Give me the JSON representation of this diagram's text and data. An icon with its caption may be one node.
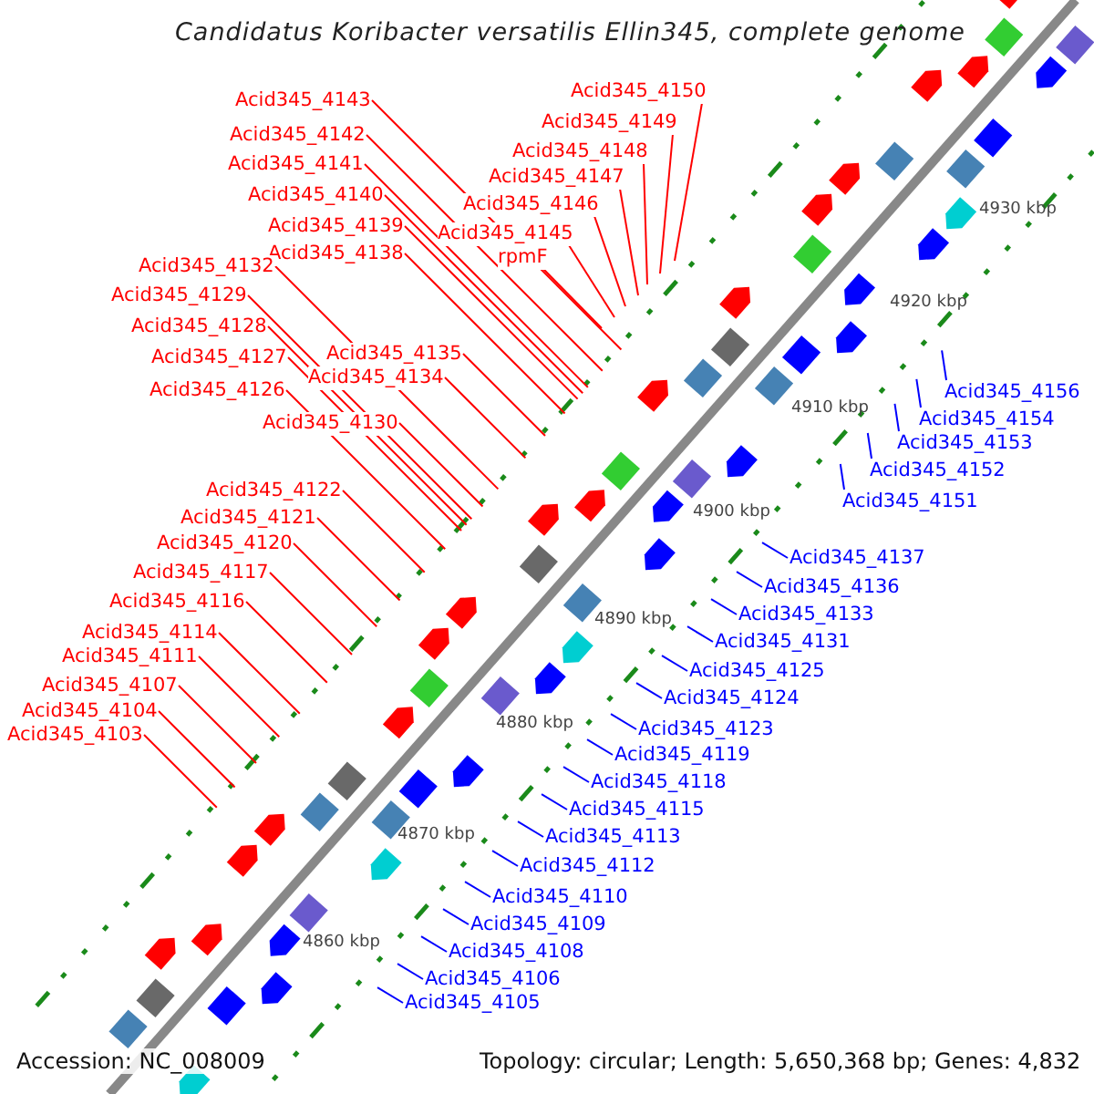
{
  "diagram": {
    "title": "Candidatus Koribacter versatilis Ellin345, complete genome",
    "nodes": [
      {
        "text": [
          "Acid345_4150"
        ]
      },
      {
        "text": [
          "Acid345_4149"
        ]
      },
      {
        "text": [
          "Acid345_4148"
        ]
      },
      {
        "text": [
          "Acid345_4147"
        ]
      },
      {
        "text": [
          "Acid345_4146"
        ]
      },
      {
        "text": [
          "Acid345_4145"
        ]
      },
      {
        "text": [
          "rpmF"
        ]
      },
      {
        "text": [
          "Acid345_4143"
        ]
      },
      {
        "text": [
          "Acid345_4142"
        ]
      },
      {
        "text": [
          "Acid345_4141"
        ]
      },
      {
        "text": [
          "Acid345_4140"
        ]
      },
      {
        "text": [
          "Acid345_4139"
        ]
      },
      {
        "text": [
          "Acid345_4138"
        ]
      },
      {
        "text": [
          "Acid345_4132"
        ]
      },
      {
        "text": [
          "Acid345_4129"
        ]
      },
      {
        "text": [
          "Acid345_4128"
        ]
      },
      {
        "text": [
          "Acid345_4127"
        ]
      },
      {
        "text": [
          "Acid345_4135"
        ]
      },
      {
        "text": [
          "Acid345_4134"
        ]
      },
      {
        "text": [
          "Acid345_4126"
        ]
      },
      {
        "text": [
          "Acid345_4130"
        ]
      },
      {
        "text": [
          "Acid345_4122"
        ]
      },
      {
        "text": [
          "Acid345_4121"
        ]
      },
      {
        "text": [
          "Acid345_4120"
        ]
      },
      {
        "text": [
          "Acid345_4117"
        ]
      },
      {
        "text": [
          "Acid345_4116"
        ]
      },
      {
        "text": [
          "Acid345_4114"
        ]
      },
      {
        "text": [
          "Acid345_4111"
        ]
      },
      {
        "text": [
          "Acid345_4107"
        ]
      },
      {
        "text": [
          "Acid345_4104"
        ]
      },
      {
        "text": [
          "Acid345_4103"
        ]
      },
      {
        "text": [
          "Acid345_4156"
        ]
      },
      {
        "text": [
          "Acid345_4154"
        ]
      },
      {
        "text": [
          "Acid345_4153"
        ]
      },
      {
        "text": [
          "Acid345_4152"
        ]
      },
      {
        "text": [
          "Acid345_4151"
        ]
      },
      {
        "text": [
          "Acid345_4137"
        ]
      },
      {
        "text": [
          "Acid345_4136"
        ]
      },
      {
        "text": [
          "Acid345_4133"
        ]
      },
      {
        "text": [
          "Acid345_4131"
        ]
      },
      {
        "text": [
          "Acid345_4125"
        ]
      },
      {
        "text": [
          "Acid345_4124"
        ]
      },
      {
        "text": [
          "Acid345_4123"
        ]
      },
      {
        "text": [
          "Acid345_4119"
        ]
      },
      {
        "text": [
          "Acid345_4118"
        ]
      },
      {
        "text": [
          "Acid345_4115"
        ]
      },
      {
        "text": [
          "Acid345_4113"
        ]
      },
      {
        "text": [
          "Acid345_4112"
        ]
      },
      {
        "text": [
          "Acid345_4110"
        ]
      },
      {
        "text": [
          "Acid345_4109"
        ]
      },
      {
        "text": [
          "Acid345_4108"
        ]
      },
      {
        "text": [
          "Acid345_4106"
        ]
      },
      {
        "text": [
          "Acid345_4105"
        ]
      }
    ],
    "edges": [
      {
        "from": 0,
        "to": null,
        "arrow": "none"
      },
      {
        "from": 1,
        "to": null,
        "arrow": "none"
      },
      {
        "from": 2,
        "to": null,
        "arrow": "none"
      },
      {
        "from": 3,
        "to": null,
        "arrow": "none"
      },
      {
        "from": 4,
        "to": null,
        "arrow": "none"
      },
      {
        "from": 5,
        "to": null,
        "arrow": "none"
      },
      {
        "from": 6,
        "to": null,
        "arrow": "none"
      },
      {
        "from": 7,
        "to": null,
        "arrow": "none"
      },
      {
        "from": 8,
        "to": null,
        "arrow": "none"
      },
      {
        "from": 9,
        "to": null,
        "arrow": "none"
      },
      {
        "from": 10,
        "to": null,
        "arrow": "none"
      },
      {
        "from": 11,
        "to": null,
        "arrow": "none"
      },
      {
        "from": 12,
        "to": null,
        "arrow": "none"
      },
      {
        "from": 13,
        "to": null,
        "arrow": "none"
      },
      {
        "from": 14,
        "to": null,
        "arrow": "none"
      },
      {
        "from": 15,
        "to": null,
        "arrow": "none"
      },
      {
        "from": 16,
        "to": null,
        "arrow": "none"
      },
      {
        "from": 17,
        "to": null,
        "arrow": "none"
      },
      {
        "from": 18,
        "to": null,
        "arrow": "none"
      },
      {
        "from": 19,
        "to": null,
        "arrow": "none"
      },
      {
        "from": 20,
        "to": null,
        "arrow": "none"
      },
      {
        "from": 21,
        "to": null,
        "arrow": "none"
      },
      {
        "from": 22,
        "to": null,
        "arrow": "none"
      },
      {
        "from": 23,
        "to": null,
        "arrow": "none"
      },
      {
        "from": 24,
        "to": null,
        "arrow": "none"
      },
      {
        "from": 25,
        "to": null,
        "arrow": "none"
      },
      {
        "from": 26,
        "to": null,
        "arrow": "none"
      },
      {
        "from": 27,
        "to": null,
        "arrow": "none"
      },
      {
        "from": 28,
        "to": null,
        "arrow": "none"
      },
      {
        "from": 29,
        "to": null,
        "arrow": "none"
      },
      {
        "from": 30,
        "to": null,
        "arrow": "none"
      },
      {
        "from": 31,
        "to": null,
        "arrow": "none",
        "color": "#0000ff"
      },
      {
        "from": 32,
        "to": null,
        "arrow": "none",
        "color": "#0000ff"
      },
      {
        "from": 33,
        "to": null,
        "arrow": "none",
        "color": "#0000ff"
      },
      {
        "from": 34,
        "to": null,
        "arrow": "none",
        "color": "#0000ff"
      },
      {
        "from": 35,
        "to": null,
        "arrow": "none",
        "color": "#0000ff"
      },
      {
        "from": 36,
        "to": null,
        "arrow": "none",
        "color": "#0000ff"
      },
      {
        "from": 37,
        "to": null,
        "arrow": "none",
        "color": "#0000ff"
      },
      {
        "from": 38,
        "to": null,
        "arrow": "none",
        "color": "#0000ff"
      },
      {
        "from": 39,
        "to": null,
        "arrow": "none",
        "color": "#0000ff"
      },
      {
        "from": 40,
        "to": null,
        "arrow": "none",
        "color": "#0000ff"
      },
      {
        "from": 41,
        "to": null,
        "arrow": "none",
        "color": "#0000ff"
      },
      {
        "from": 42,
        "to": null,
        "arrow": "none",
        "color": "#0000ff"
      },
      {
        "from": 43,
        "to": null,
        "arrow": "none",
        "color": "#0000ff"
      },
      {
        "from": 44,
        "to": null,
        "arrow": "none",
        "color": "#0000ff"
      },
      {
        "from": 45,
        "to": null,
        "arrow": "none",
        "color": "#0000ff"
      },
      {
        "from": 46,
        "to": null,
        "arrow": "none",
        "color": "#0000ff"
      },
      {
        "from": 47,
        "to": null,
        "arrow": "none",
        "color": "#0000ff"
      },
      {
        "from": 48,
        "to": null,
        "arrow": "none",
        "color": "#0000ff"
      },
      {
        "from": 49,
        "to": null,
        "arrow": "none",
        "color": "#0000ff"
      },
      {
        "from": 50,
        "to": null,
        "arrow": "none",
        "color": "#0000ff"
      },
      {
        "from": 51,
        "to": null,
        "arrow": "none",
        "color": "#0000ff"
      },
      {
        "from": 52,
        "to": null,
        "arrow": "none",
        "color": "#0000ff"
      }
    ],
    "labels": [
      "4930 kbp",
      "4920 kbp",
      "4910 kbp",
      "4900 kbp",
      "4890 kbp",
      "4880 kbp",
      "4870 kbp",
      "4860 kbp",
      "Accession: NC_008009",
      "Topology: circular; Length: 5,650,368 bp; Genes: 4,832"
    ]
  }
}
